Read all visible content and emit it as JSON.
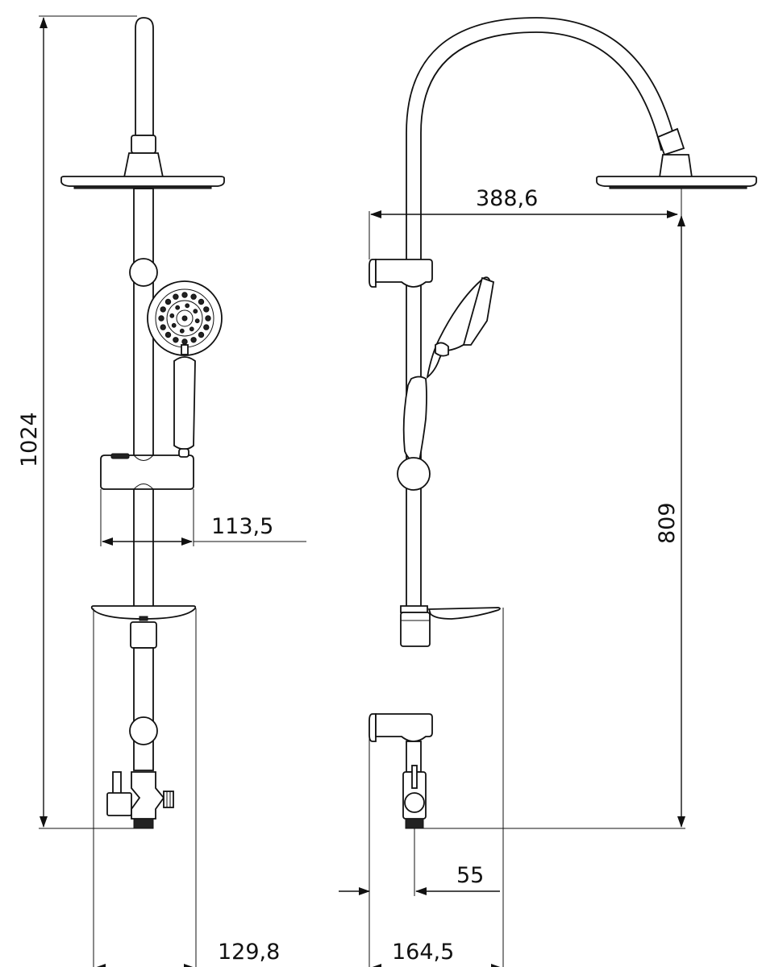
{
  "dimensions": {
    "total_height": "1024",
    "slider_width": "113,5",
    "shelf_width_front": "129,8",
    "arm_reach": "388,6",
    "side_height": "809",
    "inlet_offset": "55",
    "shelf_depth_side": "164,5"
  },
  "colors": {
    "line": "#111111",
    "background": "#ffffff"
  }
}
